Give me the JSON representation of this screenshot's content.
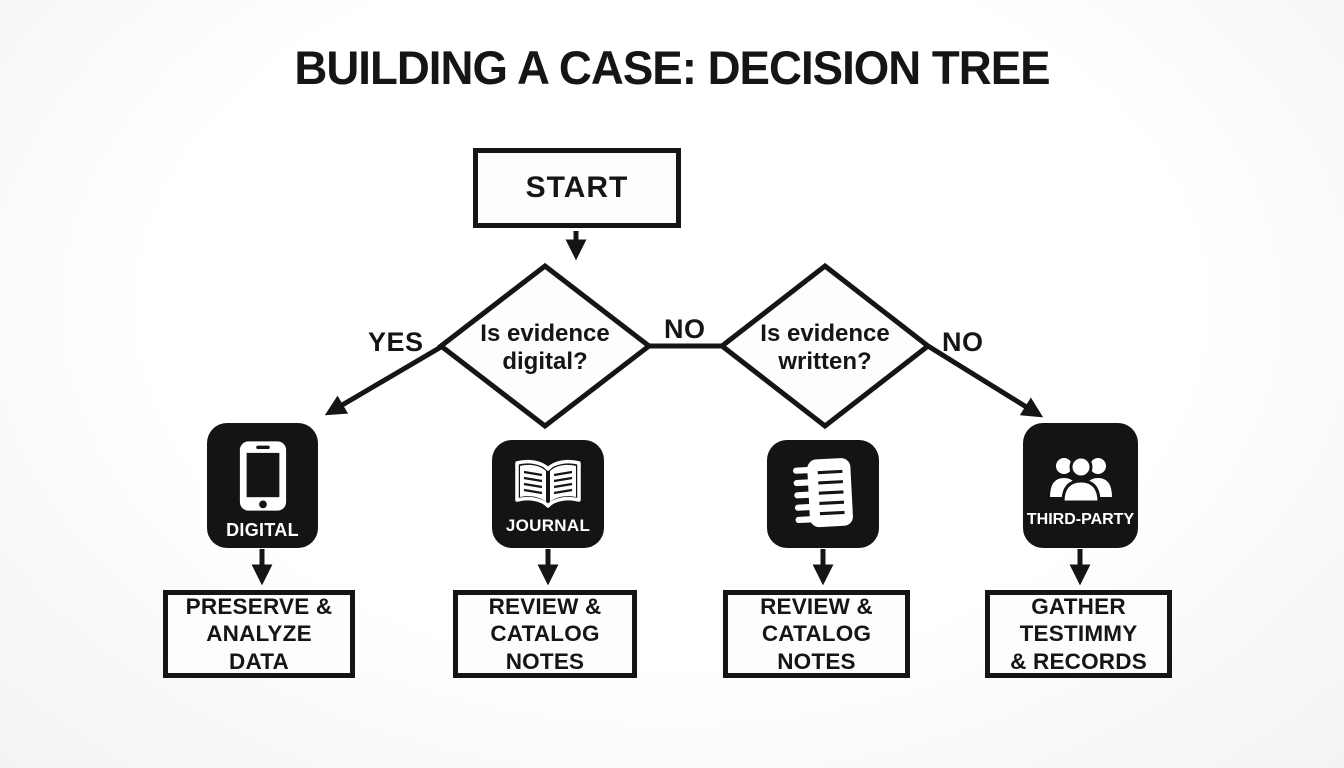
{
  "title": "BUILDING A CASE: DECISION TREE",
  "start": {
    "label": "START"
  },
  "decisions": [
    {
      "line1": "Is evidence",
      "line2": "digital?"
    },
    {
      "line1": "Is evidence",
      "line2": "written?"
    }
  ],
  "branch_labels": {
    "yes": "YES",
    "no_mid": "NO",
    "no_right": "NO"
  },
  "evidence_nodes": [
    {
      "label": "DIGITAL",
      "icon": "smartphone-icon"
    },
    {
      "label": "JOURNAL",
      "icon": "open-book-icon"
    },
    {
      "label": "",
      "icon": "notepad-icon"
    },
    {
      "label": "THIRD-PARTY",
      "icon": "people-group-icon"
    }
  ],
  "action_boxes": [
    {
      "line1": "PRESERVE &",
      "line2": "ANALYZE",
      "line3": "DATA"
    },
    {
      "line1": "REVIEW &",
      "line2": "CATALOG",
      "line3": "NOTES"
    },
    {
      "line1": "REVIEW &",
      "line2": "CATALOG",
      "line3": "NOTES"
    },
    {
      "line1": "GATHER",
      "line2": "TESTIMMY",
      "line3": "& RECORDS"
    }
  ],
  "colors": {
    "ink": "#151515",
    "bg": "#fafafa",
    "node_fill": "#141414",
    "node_text": "#ffffff",
    "box_fill": "#fdfdfd"
  }
}
